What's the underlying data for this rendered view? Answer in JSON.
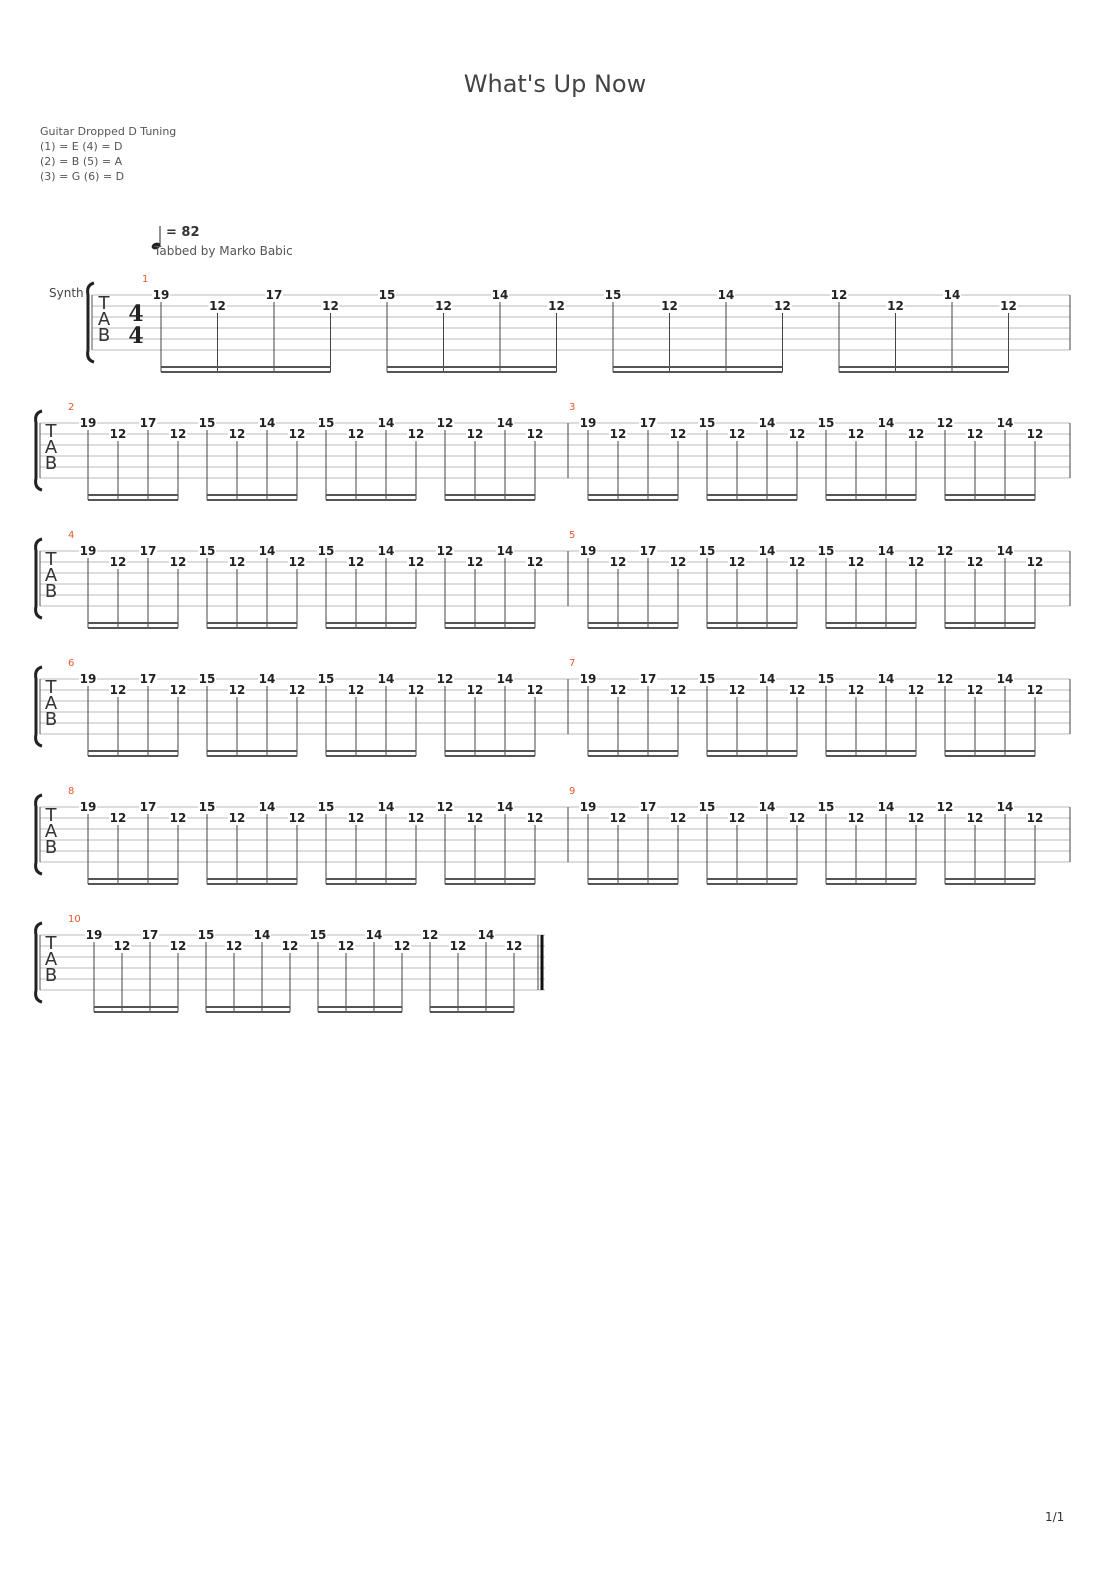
{
  "title": "What's Up Now",
  "tuning": {
    "heading": "Guitar Dropped D Tuning",
    "lines": [
      "(1) = E  (4) = D",
      "(2) = B  (5) = A",
      "(3) = G  (6) = D"
    ]
  },
  "tempo": "= 82",
  "credit": "Tabbed by Marko Babic",
  "instrument": "Synth",
  "clef_letters": [
    "T",
    "A",
    "B"
  ],
  "time_signature": {
    "top": "4",
    "bottom": "4"
  },
  "page_number": "1/1",
  "bar_pattern": [
    "19",
    "12",
    "17",
    "12",
    "15",
    "12",
    "14",
    "12",
    "15",
    "12",
    "14",
    "12",
    "12",
    "12",
    "14",
    "12"
  ],
  "measures": [
    {
      "number": "1"
    },
    {
      "number": "2"
    },
    {
      "number": "3"
    },
    {
      "number": "4"
    },
    {
      "number": "5"
    },
    {
      "number": "6"
    },
    {
      "number": "7"
    },
    {
      "number": "8"
    },
    {
      "number": "9"
    },
    {
      "number": "10"
    }
  ]
}
